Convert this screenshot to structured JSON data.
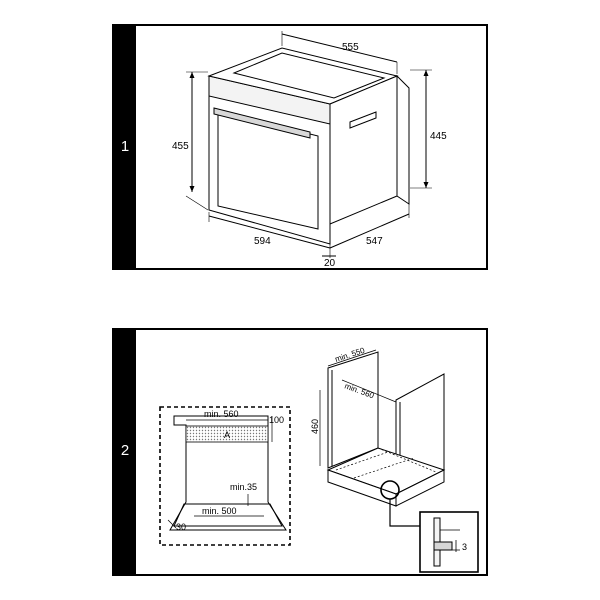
{
  "panel1": {
    "number": "1",
    "dims": {
      "width": "594",
      "height": "455",
      "depth": "547",
      "top_width": "555",
      "inner_height": "445",
      "front": "20"
    }
  },
  "panel2": {
    "number": "2",
    "front_view": {
      "min_width": "min. 560",
      "top_strip": "100",
      "zone_label": "A",
      "gap": "min.35",
      "bottom_width": "min. 500",
      "corner": "30"
    },
    "cabinet": {
      "depth": "min. 550",
      "width": "min. 560",
      "height": "460"
    },
    "detail": {
      "value": "3"
    }
  }
}
